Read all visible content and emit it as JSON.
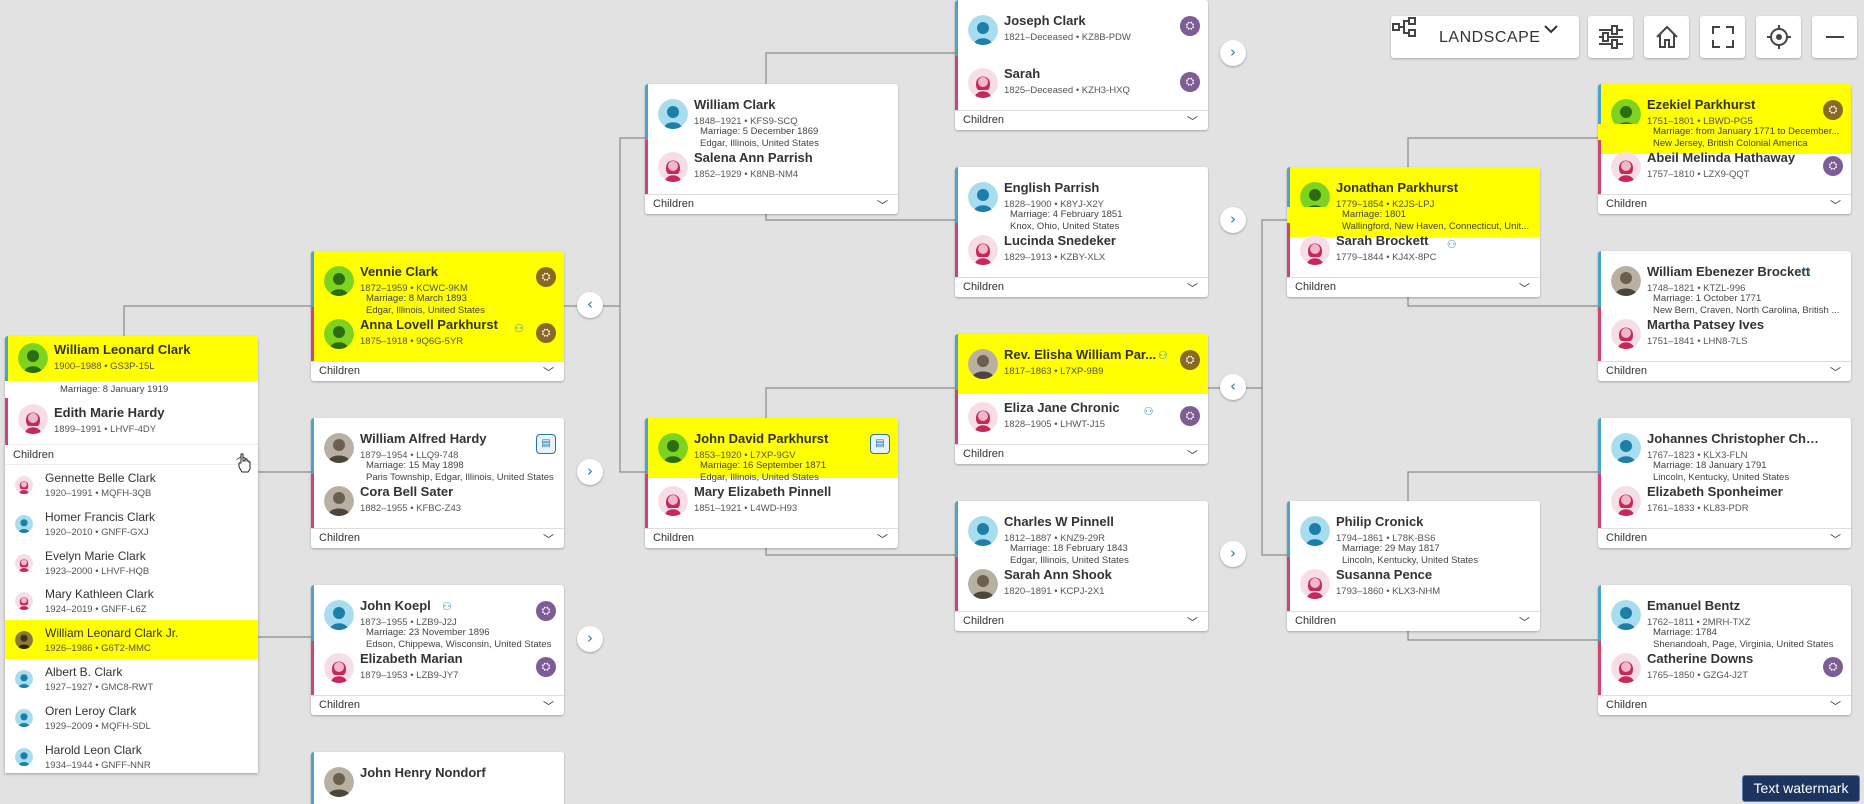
{
  "toolbar": {
    "layout_label": "LANDSCAPE",
    "icons": [
      "tree-layout-icon",
      "settings-sliders-icon",
      "home-icon",
      "fullscreen-icon",
      "locate-icon",
      "minimize-icon"
    ]
  },
  "children_label": "Children",
  "marriage_prefix": "Marriage: ",
  "colors": {
    "highlight": "#ffff00",
    "male": "#4aa3cf",
    "female": "#d5426b",
    "hint": "#7e5d96",
    "link": "#2477a8"
  },
  "focus": {
    "husband": {
      "name": "William Leonard Clark",
      "meta": "1900–1988 • GS3P-15L"
    },
    "marriage": "Marriage: 8 January 1919",
    "wife": {
      "name": "Edith Marie Hardy",
      "meta": "1899–1991 • LHVF-4DY"
    }
  },
  "children_list": [
    {
      "name": "Gennette Belle Clark",
      "meta": "1920–1991 • MQFH-3QB",
      "sex": "female"
    },
    {
      "name": "Homer Francis Clark",
      "meta": "1920–2010 • GNFF-GXJ",
      "sex": "male"
    },
    {
      "name": "Evelyn Marie Clark",
      "meta": "1923–2000 • LHVF-HQB",
      "sex": "female"
    },
    {
      "name": "Mary Kathleen Clark",
      "meta": "1924–2019 • GNFF-L6Z",
      "sex": "female"
    },
    {
      "name": "William Leonard Clark Jr.",
      "meta": "1926–1986 • G6T2-MMC",
      "sex": "photo",
      "highlight": true
    },
    {
      "name": "Albert B. Clark",
      "meta": "1927–1927 • GMC8-RWT",
      "sex": "male"
    },
    {
      "name": "Oren Leroy Clark",
      "meta": "1929–2009 • MQFH-SDL",
      "sex": "male"
    },
    {
      "name": "Harold Leon Clark",
      "meta": "1934–1944 • GNFF-NNR",
      "sex": "male"
    }
  ],
  "couples": [
    {
      "id": "vennie",
      "husband": {
        "name": "Vennie Clark",
        "meta": "1872–1959 • KCWC-9KM",
        "hl": true,
        "hint": "gold"
      },
      "marriage": [
        "Marriage: 8 March 1893",
        "Edgar, Illinois, United States"
      ],
      "wife": {
        "name": "Anna Lovell Parkhurst",
        "meta": "1875–1918 • 9Q6G-5YR",
        "hl": true,
        "hint": "gold",
        "rel": true
      }
    },
    {
      "id": "hardy",
      "husband": {
        "name": "William Alfred Hardy",
        "meta": "1879–1954 • LLQ9-748",
        "photo": true,
        "hint": "doc"
      },
      "marriage": [
        "Marriage: 15 May 1898",
        "Paris Township, Edgar, Illinois, United States"
      ],
      "wife": {
        "name": "Cora Bell Sater",
        "meta": "1882–1955 • KFBC-Z43",
        "photo": true
      }
    },
    {
      "id": "koepl",
      "husband": {
        "name": "John Koepl",
        "meta": "1873–1955 • LZB9-J2J",
        "hint": "purple",
        "rel": true
      },
      "marriage": [
        "Marriage: 23 November 1896",
        "Edson, Chippewa, Wisconsin, United States"
      ],
      "wife": {
        "name": "Elizabeth Marian",
        "meta": "1879–1953 • LZB9-JY7",
        "hint": "purple"
      }
    },
    {
      "id": "nondorf",
      "husband": {
        "name": "John Henry Nondorf",
        "meta": "",
        "photo": true
      }
    },
    {
      "id": "wclark",
      "husband": {
        "name": "William Clark",
        "meta": "1848–1921 • KFS9-SCQ"
      },
      "marriage": [
        "Marriage: 5 December 1869",
        "Edgar, Illinois, United States"
      ],
      "wife": {
        "name": "Salena Ann Parrish",
        "meta": "1852–1929 • K8NB-NM4"
      }
    },
    {
      "id": "jdparkhurst",
      "husband": {
        "name": "John David Parkhurst",
        "meta": "1853–1920 • L7XP-9GV",
        "hl": true,
        "hint": "doc"
      },
      "marriage": [
        "Marriage: 16 September 1871",
        "Edgar, Illinois, United States"
      ],
      "wife": {
        "name": "Mary Elizabeth Pinnell",
        "meta": "1851–1921 • L4WD-H93"
      }
    },
    {
      "id": "jclark",
      "husband": {
        "name": "Joseph Clark",
        "meta": "1821–Deceased • KZ8B-PDW",
        "hint": "purple"
      },
      "wife": {
        "name": "Sarah",
        "meta": "1825–Deceased • KZH3-HXQ",
        "hint": "purple"
      }
    },
    {
      "id": "eparrish",
      "husband": {
        "name": "English Parrish",
        "meta": "1828–1900 • K8YJ-X2Y"
      },
      "marriage": [
        "Marriage: 4 February 1851",
        "Knox, Ohio, United States"
      ],
      "wife": {
        "name": "Lucinda Snedeker",
        "meta": "1829–1913 • KZBY-XLX"
      }
    },
    {
      "id": "elisha",
      "husband": {
        "name": "Rev. Elisha William Par...",
        "meta": "1817–1863 • L7XP-9B9",
        "hl": true,
        "hint": "gold",
        "photo": true,
        "rel": true
      },
      "wife": {
        "name": "Eliza Jane Chronic",
        "meta": "1828–1905 • LHWT-J15",
        "hint": "purple",
        "rel": true
      }
    },
    {
      "id": "cpinnell",
      "husband": {
        "name": "Charles W Pinnell",
        "meta": "1812–1887 • KNZ9-29R"
      },
      "marriage": [
        "Marriage: 18 February 1843",
        "Edgar, Illinois, United States"
      ],
      "wife": {
        "name": "Sarah Ann Shook",
        "meta": "1820–1891 • KCPJ-2X1",
        "photo": true
      }
    },
    {
      "id": "jparkhurst",
      "husband": {
        "name": "Jonathan Parkhurst",
        "meta": "1779–1854 • K2JS-LPJ",
        "hl": true
      },
      "marriage": [
        "Marriage: 1801",
        "Wallingford, New Haven, Connecticut, Unit..."
      ],
      "marriage_hl": true,
      "wife": {
        "name": "Sarah Brockett",
        "meta": "1779–1844 • KJ4X-8PC",
        "rel": true
      }
    },
    {
      "id": "pcronick",
      "husband": {
        "name": "Philip Cronick",
        "meta": "1794–1861 • L78K-BS6"
      },
      "marriage": [
        "Marriage: 29 May 1817",
        "Lincoln, Kentucky, United States"
      ],
      "wife": {
        "name": "Susanna Pence",
        "meta": "1793–1860 • KLX3-NHM"
      }
    },
    {
      "id": "ezekiel",
      "husband": {
        "name": "Ezekiel Parkhurst",
        "meta": "1751–1801 • LBWD-PG5",
        "hl": true,
        "hint": "gold"
      },
      "marriage": [
        "Marriage: from January 1771 to December...",
        "New Jersey, British Colonial America"
      ],
      "marriage_hl": true,
      "wife": {
        "name": "Abeil Melinda Hathaway",
        "meta": "1757–1810 • LZX9-QQT",
        "hint": "purple"
      }
    },
    {
      "id": "brockett",
      "husband": {
        "name": "William Ebenezer Brockett",
        "meta": "1748–1821 • KTZL-996",
        "photo": true,
        "rel": true
      },
      "marriage": [
        "Marriage: 1 October 1771",
        "New Bern, Craven, North Carolina, British ..."
      ],
      "wife": {
        "name": "Martha Patsey Ives",
        "meta": "1751–1841 • LHN8-7LS"
      }
    },
    {
      "id": "jchronick",
      "husband": {
        "name": "Johannes Christopher Chronick",
        "meta": "1767–1823 • KLX3-FLN"
      },
      "marriage": [
        "Marriage: 18 January 1791",
        "Lincoln, Kentucky, United States"
      ],
      "wife": {
        "name": "Elizabeth Sponheimer",
        "meta": "1761–1833 • KL83-PDR"
      }
    },
    {
      "id": "bentz",
      "husband": {
        "name": "Emanuel Bentz",
        "meta": "1762–1811 • 2MRH-TXZ"
      },
      "marriage": [
        "Marriage: 1784",
        "Shenandoah, Page, Virginia, United States"
      ],
      "wife": {
        "name": "Catherine Downs",
        "meta": "1765–1850 • GZG4-J2T",
        "hint": "purple"
      }
    }
  ],
  "watermark": "Text watermark"
}
